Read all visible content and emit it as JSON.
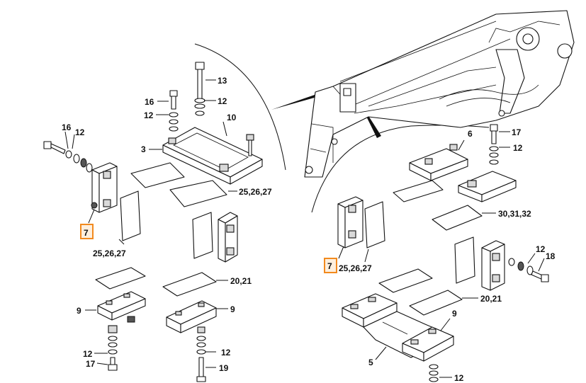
{
  "labels": {
    "l13": "13",
    "l12a": "12",
    "l16a": "16",
    "l12b": "12",
    "l10": "10",
    "l16b": "16",
    "l12c": "12",
    "l3": "3",
    "l252627a": "25,26,27",
    "l7a": "7",
    "l252627b": "25,26,27",
    "l2021a": "20,21",
    "l9a": "9",
    "l9b": "9",
    "l12d": "12",
    "l17a": "17",
    "l12e": "12",
    "l19": "19",
    "l6": "6",
    "l17b": "17",
    "l12f": "12",
    "l303132": "30,31,32",
    "l7b": "7",
    "l252627c": "25,26,27",
    "l12g": "12",
    "l18": "18",
    "l2021b": "20,21",
    "l9c": "9",
    "l5": "5",
    "l12h": "12"
  },
  "highlight_color": "#f28a1e"
}
